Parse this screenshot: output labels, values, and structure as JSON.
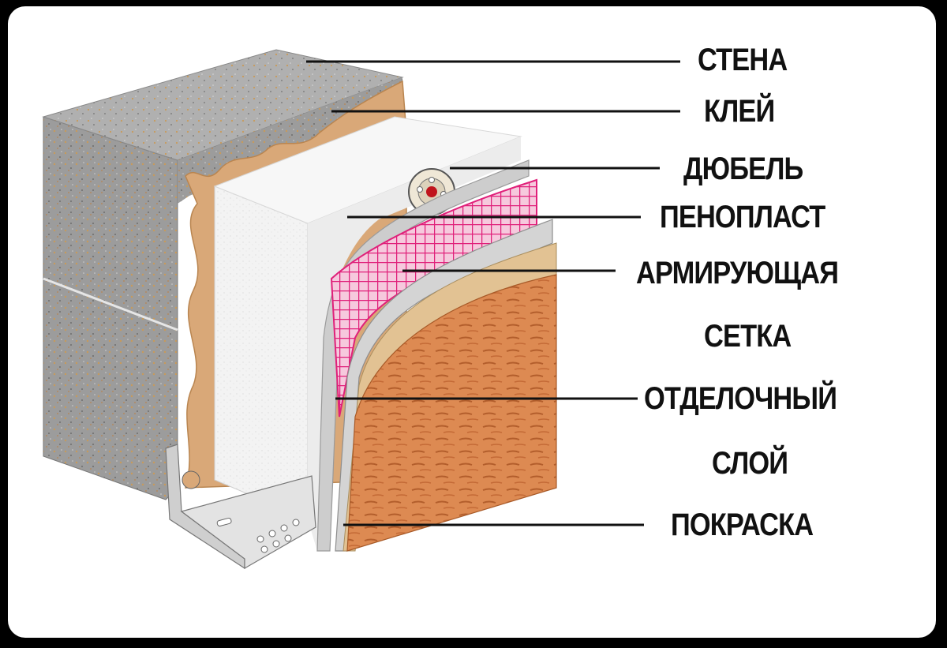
{
  "labels": {
    "wall": "СТЕНА",
    "glue": "КЛЕЙ",
    "dowel": "ДЮБЕЛЬ",
    "foam": "ПЕНОПЛАСТ",
    "mesh_line1": "АРМИРУЮЩАЯ",
    "mesh_line2": "СЕТКА",
    "finish_line1": "ОТДЕЛОЧНЫЙ",
    "finish_line2": "СЛОЙ",
    "paint": "ПОКРАСКА"
  },
  "colors": {
    "concrete": "#9a9a9a",
    "glue": "#d9a878",
    "foam": "#f2f2f2",
    "mesh": "#e0207a",
    "plaster": "#c9c9c9",
    "finish_tan": "#e2c293",
    "paint": "#d9804a"
  }
}
